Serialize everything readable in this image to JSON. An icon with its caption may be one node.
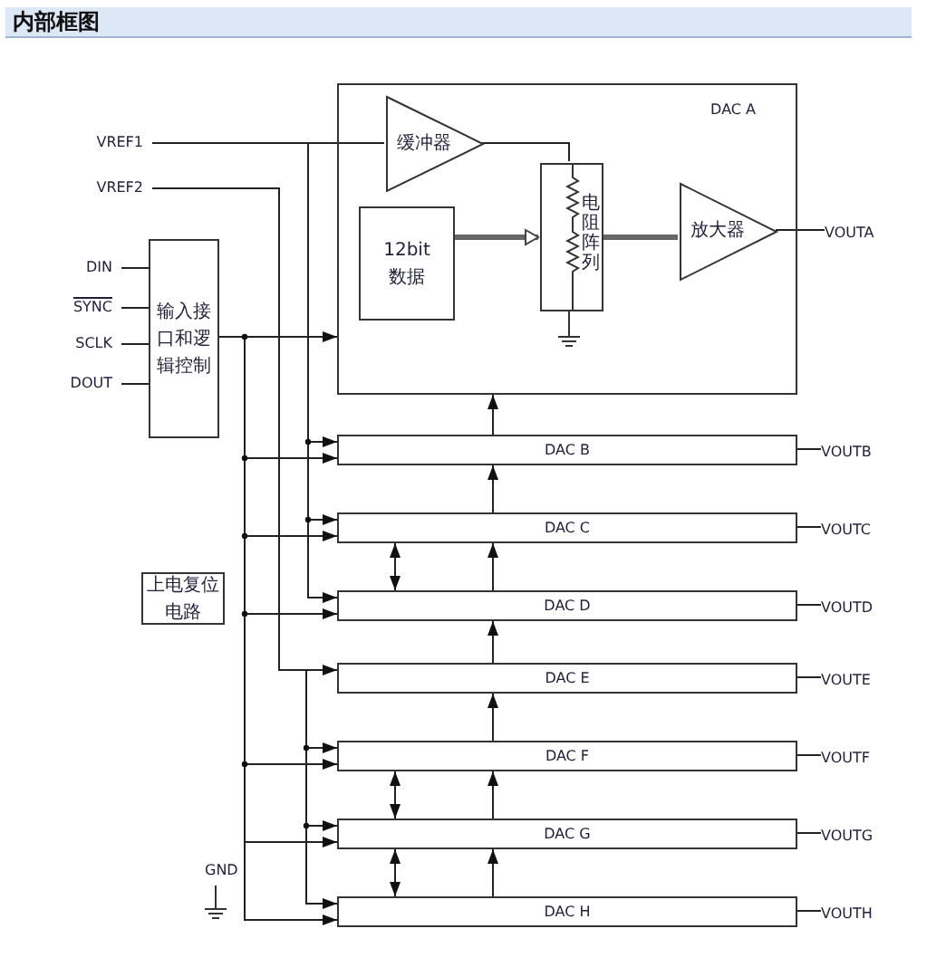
{
  "diagram": {
    "title": "内部框图",
    "nodes": [
      {
        "text": [
          "VREF1"
        ]
      },
      {
        "text": [
          "VREF2"
        ]
      },
      {
        "text": [
          "DAC A"
        ]
      },
      {
        "text": [
          "缓冲器"
        ],
        "in": 2
      },
      {
        "text": [
          "12bit 数据"
        ],
        "in": 2
      },
      {
        "text": [
          "电阻阵列"
        ],
        "in": 2
      },
      {
        "text": [
          "放大器"
        ],
        "in": 2
      },
      {
        "text": [
          "VOUTA"
        ]
      },
      {
        "text": [
          "DIN"
        ]
      },
      {
        "text": [
          "SYNC"
        ]
      },
      {
        "text": [
          "SCLK"
        ]
      },
      {
        "text": [
          "DOUT"
        ]
      },
      {
        "text": [
          "输入接口和逻辑控制"
        ]
      },
      {
        "text": [
          "DAC B"
        ]
      },
      {
        "text": [
          "VOUTB"
        ]
      },
      {
        "text": [
          "DAC C"
        ]
      },
      {
        "text": [
          "VOUTC"
        ]
      },
      {
        "text": [
          "上电复位电路"
        ]
      },
      {
        "text": [
          "DAC D"
        ]
      },
      {
        "text": [
          "VOUTD"
        ]
      },
      {
        "text": [
          "DAC E"
        ]
      },
      {
        "text": [
          "VOUTE"
        ]
      },
      {
        "text": [
          "DAC F"
        ]
      },
      {
        "text": [
          "VOUTF"
        ]
      },
      {
        "text": [
          "DAC G"
        ]
      },
      {
        "text": [
          "VOUTG"
        ]
      },
      {
        "text": [
          "DAC H"
        ]
      },
      {
        "text": [
          "VOUTH"
        ]
      }
    ],
    "edges": [
      {
        "from": 0,
        "to": 3,
        "arrow": "none"
      },
      {
        "from": 0,
        "to": 13,
        "arrow": "to"
      },
      {
        "from": 0,
        "to": 15,
        "arrow": "to"
      },
      {
        "from": 0,
        "to": 18,
        "arrow": "to"
      },
      {
        "from": 1,
        "to": 20,
        "arrow": "to"
      },
      {
        "from": 1,
        "to": 22,
        "arrow": "to"
      },
      {
        "from": 1,
        "to": 24,
        "arrow": "to"
      },
      {
        "from": 1,
        "to": 26,
        "arrow": "to"
      },
      {
        "from": 12,
        "to": 2,
        "arrow": "to"
      },
      {
        "from": 12,
        "to": 13,
        "arrow": "to"
      },
      {
        "from": 12,
        "to": 15,
        "arrow": "to"
      },
      {
        "from": 12,
        "to": 18,
        "arrow": "to"
      },
      {
        "from": 12,
        "to": 22,
        "arrow": "to"
      },
      {
        "from": 12,
        "to": 24,
        "arrow": "to"
      },
      {
        "from": 12,
        "to": 26,
        "arrow": "to"
      },
      {
        "from": 3,
        "to": 5,
        "arrow": "none"
      },
      {
        "from": 4,
        "to": 5,
        "arrow": "to",
        "style": "thick"
      },
      {
        "from": 5,
        "to": 6,
        "arrow": "none",
        "style": "thick"
      },
      {
        "from": 6,
        "to": 7,
        "arrow": "none"
      },
      {
        "from": 13,
        "to": 14,
        "arrow": "none"
      },
      {
        "from": 15,
        "to": 16,
        "arrow": "none"
      },
      {
        "from": 18,
        "to": 19,
        "arrow": "none"
      },
      {
        "from": 20,
        "to": 21,
        "arrow": "none"
      },
      {
        "from": 22,
        "to": 23,
        "arrow": "none"
      },
      {
        "from": 24,
        "to": 25,
        "arrow": "none"
      },
      {
        "from": 26,
        "to": 27,
        "arrow": "none"
      },
      {
        "from": 13,
        "to": 2,
        "arrow": "to"
      },
      {
        "from": 15,
        "to": 13,
        "arrow": "to"
      },
      {
        "from": 18,
        "to": 15,
        "arrow": "to"
      },
      {
        "from": 20,
        "to": 18,
        "arrow": "to"
      },
      {
        "from": 22,
        "to": 20,
        "arrow": "to"
      },
      {
        "from": 24,
        "to": 22,
        "arrow": "to"
      },
      {
        "from": 26,
        "to": 24,
        "arrow": "to"
      },
      {
        "from": 8,
        "to": 12,
        "arrow": "none"
      },
      {
        "from": 9,
        "to": 12,
        "arrow": "none"
      },
      {
        "from": 10,
        "to": 12,
        "arrow": "none"
      },
      {
        "from": 11,
        "to": 12,
        "arrow": "none"
      },
      {
        "from": 15,
        "to": 18,
        "arrow": "both"
      },
      {
        "from": 22,
        "to": 24,
        "arrow": "both"
      },
      {
        "from": 24,
        "to": 26,
        "arrow": "both"
      }
    ],
    "labels": [
      "GND"
    ]
  }
}
